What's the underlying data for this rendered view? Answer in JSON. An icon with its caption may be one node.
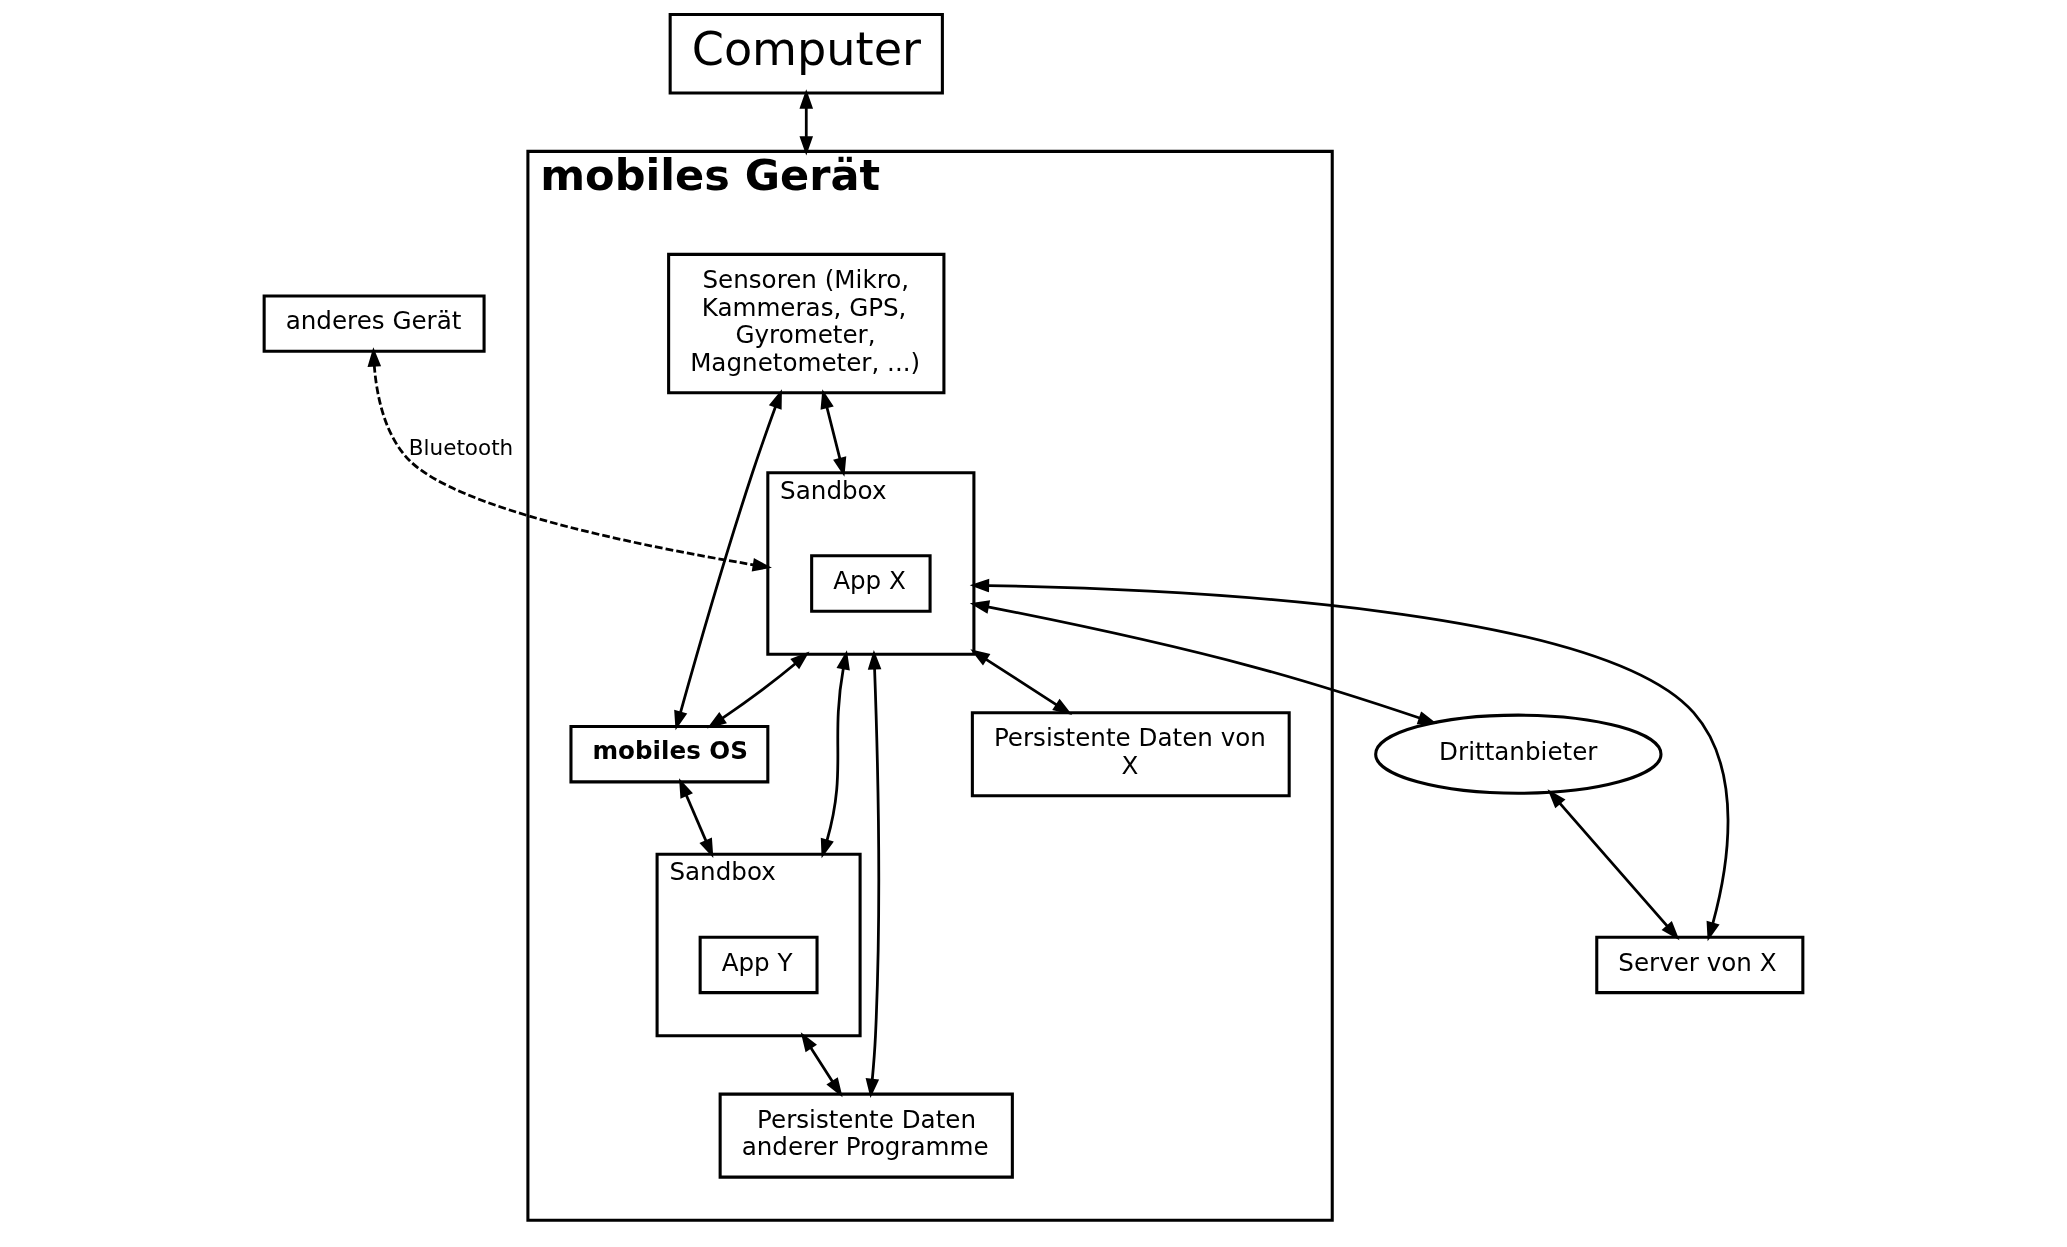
{
  "diagram": {
    "nodes": [
      {
        "text": [
          "anderes Gerät"
        ]
      },
      {
        "text": [
          "Computer"
        ]
      },
      {
        "text": [
          "Drittanbieter"
        ]
      },
      {
        "text": [
          "Server von X"
        ]
      },
      {
        "text": [
          "mobiles Gerät"
        ]
      },
      {
        "text": [
          "Sensoren (Mikro, Kammeras, GPS, Gyrometer, Magnetometer, ...)"
        ],
        "in": 4
      },
      {
        "text": [
          "Sandbox"
        ],
        "in": 4
      },
      {
        "text": [
          "App X"
        ],
        "in": 6
      },
      {
        "text": [
          "mobiles OS"
        ],
        "in": 4
      },
      {
        "text": [
          "Sandbox"
        ],
        "in": 4
      },
      {
        "text": [
          "App Y"
        ],
        "in": 9
      },
      {
        "text": [
          "Persistente Daten von X"
        ],
        "in": 4
      },
      {
        "text": [
          "Persistente Daten anderer Programme"
        ],
        "in": 4
      }
    ],
    "edges": [
      {
        "from": 0,
        "to": 6,
        "arrow": "both",
        "label": "Bluetooth",
        "style": "dashed"
      },
      {
        "from": 1,
        "to": 4,
        "arrow": "both"
      },
      {
        "from": 6,
        "to": 2,
        "arrow": "both"
      },
      {
        "from": 6,
        "to": 3,
        "arrow": "both"
      },
      {
        "from": 2,
        "to": 3,
        "arrow": "both"
      },
      {
        "from": 5,
        "to": 6,
        "arrow": "both"
      },
      {
        "from": 6,
        "to": 8,
        "arrow": "both"
      },
      {
        "from": 5,
        "to": 8,
        "arrow": "both"
      },
      {
        "from": 6,
        "to": 9,
        "arrow": "both"
      },
      {
        "from": 8,
        "to": 9,
        "arrow": "both"
      },
      {
        "from": 6,
        "to": 11,
        "arrow": "both"
      },
      {
        "from": 6,
        "to": 12,
        "arrow": "both"
      },
      {
        "from": 9,
        "to": 12,
        "arrow": "both"
      }
    ]
  }
}
